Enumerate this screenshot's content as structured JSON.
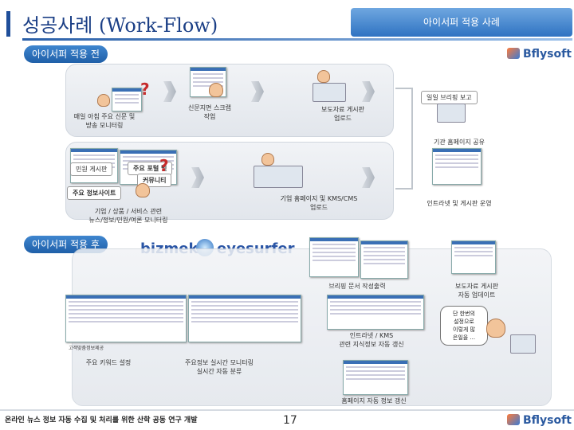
{
  "header": {
    "title": "성공사례 (Work-Flow)",
    "right_label": "아이서퍼 적용 사례"
  },
  "before": {
    "section_label": "아이서퍼 적용 전",
    "logo_text": "Bflysoft",
    "steps": {
      "monitoring": "매일 아침 주요 신문 및\n방송 모니터링",
      "scrap": "신문지면 스크랩\n작업",
      "press_upload": "보도자료 게시판\n업로드",
      "briefing": "일일 브리핑 보고",
      "homepage_share": "기관 홈페이지 공유",
      "site_monitoring": "기업 / 상품 / 서비스 관련\n뉴스/정보/민원/여론 모니터링",
      "kms_upload": "기업 홈페이지 및 KMS/CMS\n업로드",
      "intranet": "인트라넷 및 게시판 운영"
    },
    "mini_boxes": {
      "civil_board": "민원 게시판",
      "major_portal": "주요 포털 및",
      "community": "커뮤니티",
      "info_site": "주요 정보사이트"
    }
  },
  "after": {
    "section_label": "아이서퍼 적용 후",
    "brand_bizmeka": "bizmeka",
    "brand_eyesurfer": "eyesurfer",
    "steps": {
      "briefing_doc": "브리핑 문서 작성출력",
      "press_auto": "보도자료 게시판\n자동 업데이트",
      "kms_sync": "인트라넷 / KMS\n관련 지식정보 자동 갱신",
      "keyword_setup": "주요 키워드 설정",
      "realtime": "주요정보 실시간 모니터링\n실시간 자동 분류",
      "homepage_auto": "홈페이지 자동 정보 갱신"
    },
    "bubble_text": "단 한번의\n설정으로\n이렇게 많\n은일을 ...",
    "screen_caption": "고객맞춤정보제공"
  },
  "footer": {
    "project": "온라인 뉴스 정보 자동 수집 및 처리를 위한 산학 공동 연구 개발",
    "page": "17",
    "logo_text": "Bflysoft"
  },
  "colors": {
    "title": "#1b3f86",
    "accent_blue": "#2f73c2",
    "panel": "#e6e9ee"
  }
}
